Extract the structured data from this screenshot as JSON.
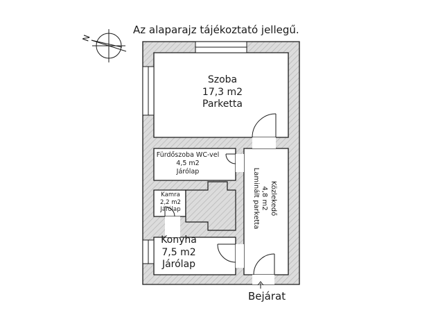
{
  "note": "Az alaparajz tájékoztató jellegű.",
  "entrance_label": "Bejárat",
  "compass": {
    "north_label": "N"
  },
  "rooms": {
    "szoba": {
      "name": "Szoba",
      "area": "17,3 m2",
      "floor": "Parketta"
    },
    "furdoszoba": {
      "name": "Fürdőszoba WC-vel",
      "area": "4,5 m2",
      "floor": "Járólap"
    },
    "kamra": {
      "name": "Kamra",
      "area": "2,2 m2",
      "floor": "Járólap"
    },
    "konyha": {
      "name": "Konyha",
      "area": "7,5 m2",
      "floor": "Járólap"
    },
    "kozlekedo": {
      "name": "Közlekedő",
      "area": "4,8 m2",
      "floor": "Laminált parketta"
    }
  },
  "colors": {
    "wall_fill": "#d7d7d7",
    "line": "#1a1a1a"
  }
}
